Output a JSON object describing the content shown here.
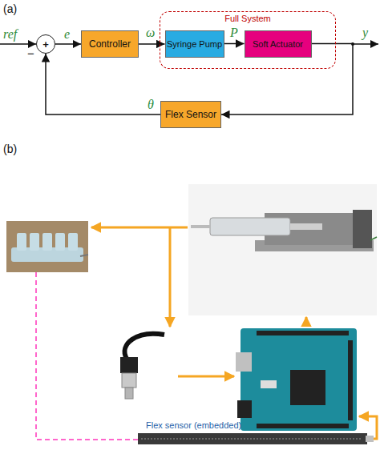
{
  "diagram": {
    "nodes": [
      {
        "text": [
          "+",
          "−"
        ]
      },
      {
        "text": [
          "Controller"
        ]
      },
      {
        "text": [
          "Full System"
        ]
      },
      {
        "text": [
          "Syringe Pump"
        ],
        "in": 2
      },
      {
        "text": [
          "Soft Actuator"
        ],
        "in": 2
      },
      {
        "text": [
          "Flex Sensor"
        ]
      }
    ],
    "edges": [
      {
        "from": 0,
        "to": 1,
        "arrow": "to",
        "label": "e"
      },
      {
        "from": 1,
        "to": 3,
        "arrow": "to",
        "label": "ω"
      },
      {
        "from": 3,
        "to": 4,
        "arrow": "to",
        "label": "P"
      },
      {
        "from": 4,
        "to": 5,
        "arrow": "to",
        "label": "y"
      },
      {
        "from": 5,
        "to": 0,
        "arrow": "to",
        "label": "θ"
      }
    ],
    "labels": [
      "(a)",
      "ref",
      "(b)",
      "Flex sensor (embedded)"
    ]
  }
}
